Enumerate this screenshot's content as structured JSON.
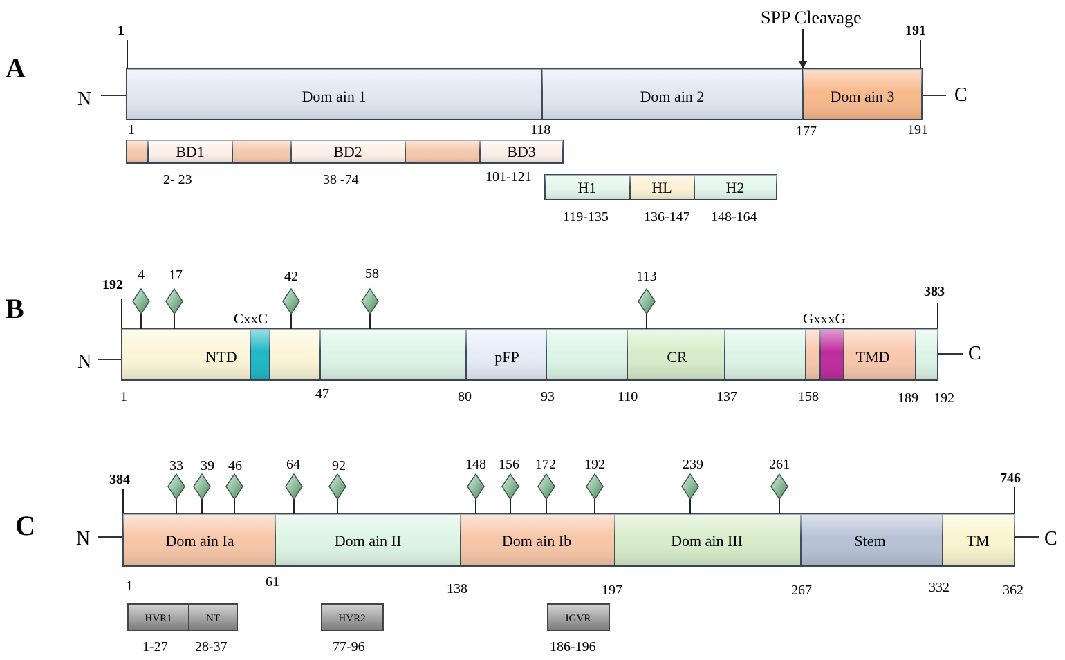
{
  "colors": {
    "domain_blue": "#e2e8f2",
    "domain_orange": "#f8b98c",
    "bd_peach": "#f7c9ad",
    "bd_light": "#fdf0e8",
    "helix_mint": "#e4f7ec",
    "loop_cream": "#fcf1d4",
    "ntd_yellow": "#fcf6d8",
    "mint": "#ddf5e6",
    "pfp_blue": "#e6ecf8",
    "cr_green": "#d8ecca",
    "tmd_peach": "#f9c8ad",
    "cxxc_cyan": "#1eb8c6",
    "gxxxg_magenta": "#c02a9e",
    "stem_slate": "#b7c2d6",
    "tm_yellow": "#fbf5cf",
    "grey_box": "#9a9a9a",
    "diamond": "#7aa98a",
    "outline": "#3a4a5a"
  },
  "panel_a": {
    "letter": "A",
    "n_label": "N",
    "c_label": "C",
    "start_label": "1",
    "end_label": "191",
    "cleavage_label": "SPP Cleavage",
    "domains": [
      {
        "label": "Dom ain 1"
      },
      {
        "label": "Dom ain 2"
      },
      {
        "label": "Dom ain 3"
      }
    ],
    "positions": [
      "1",
      "118",
      "177",
      "191"
    ],
    "bd_segments": [
      {
        "label": ""
      },
      {
        "label": "BD1"
      },
      {
        "label": ""
      },
      {
        "label": "BD2"
      },
      {
        "label": ""
      },
      {
        "label": "BD3"
      }
    ],
    "bd_ranges": [
      "2- 23",
      "38 -74",
      "101-121"
    ],
    "helix_segments": [
      {
        "label": "H1"
      },
      {
        "label": "HL"
      },
      {
        "label": "H2"
      }
    ],
    "helix_ranges": [
      "119-135",
      "136-147",
      "148-164"
    ]
  },
  "panel_b": {
    "letter": "B",
    "n_label": "N",
    "c_label": "C",
    "start_label": "192",
    "end_label": "383",
    "cxxc_label": "CxxC",
    "gxxxg_label": "GxxxG",
    "segments": [
      {
        "label": "NTD"
      },
      {
        "label": ""
      },
      {
        "label": ""
      },
      {
        "label": ""
      },
      {
        "label": "pFP"
      },
      {
        "label": ""
      },
      {
        "label": "CR"
      },
      {
        "label": ""
      },
      {
        "label": ""
      },
      {
        "label": ""
      },
      {
        "label": "TMD"
      },
      {
        "label": ""
      }
    ],
    "glyco_sites": [
      "4",
      "17",
      "42",
      "58",
      "113"
    ],
    "positions": [
      "1",
      "47",
      "80",
      "93",
      "110",
      "137",
      "158",
      "189",
      "192"
    ]
  },
  "panel_c": {
    "letter": "C",
    "n_label": "N",
    "c_label": "C",
    "start_label": "384",
    "end_label": "746",
    "domains": [
      {
        "label": "Dom ain Ia"
      },
      {
        "label": "Dom ain II"
      },
      {
        "label": "Dom ain Ib"
      },
      {
        "label": "Dom ain III"
      },
      {
        "label": "Stem"
      },
      {
        "label": "TM"
      }
    ],
    "glyco_sites": [
      "33",
      "39",
      "46",
      "64",
      "92",
      "148",
      "156",
      "172",
      "192",
      "239",
      "261"
    ],
    "positions": [
      "1",
      "61",
      "138",
      "197",
      "267",
      "332",
      "362"
    ],
    "hvr_boxes": [
      {
        "label": "HVR1"
      },
      {
        "label": "NT"
      },
      {
        "label": "HVR2"
      },
      {
        "label": "IGVR"
      }
    ],
    "hvr_ranges": [
      "1-27",
      "28-37",
      "77-96",
      "186-196"
    ]
  }
}
